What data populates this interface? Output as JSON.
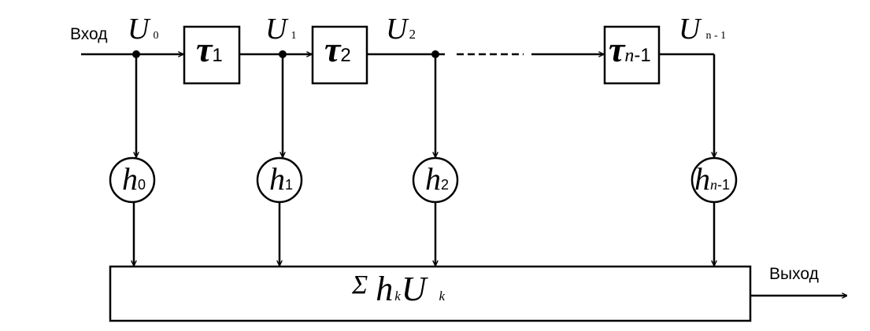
{
  "input_label": "Вход",
  "output_label": "Выход",
  "taps": {
    "u0": {
      "sym": "U",
      "sub": "0"
    },
    "u1": {
      "sym": "U",
      "sub": "1"
    },
    "u2": {
      "sym": "U",
      "sub": "2"
    },
    "un1": {
      "sym": "U",
      "sub": "n - 1"
    }
  },
  "delays": {
    "d1": {
      "sym": "τ",
      "sub": "1"
    },
    "d2": {
      "sym": "τ",
      "sub": "2"
    },
    "dn1": {
      "sym": "τ",
      "sub_var": "n",
      "sub_rest": "-1"
    }
  },
  "coeffs": {
    "h0": {
      "sym": "h",
      "sub": "0"
    },
    "h1": {
      "sym": "h",
      "sub": "1"
    },
    "h2": {
      "sym": "h",
      "sub": "2"
    },
    "hn1": {
      "sym": "h",
      "sub_var": "n",
      "sub_rest": "-1"
    }
  },
  "sum": {
    "sigma": "Σ",
    "h": "h",
    "h_sub": "k",
    "u": "U",
    "u_sub": "k"
  }
}
